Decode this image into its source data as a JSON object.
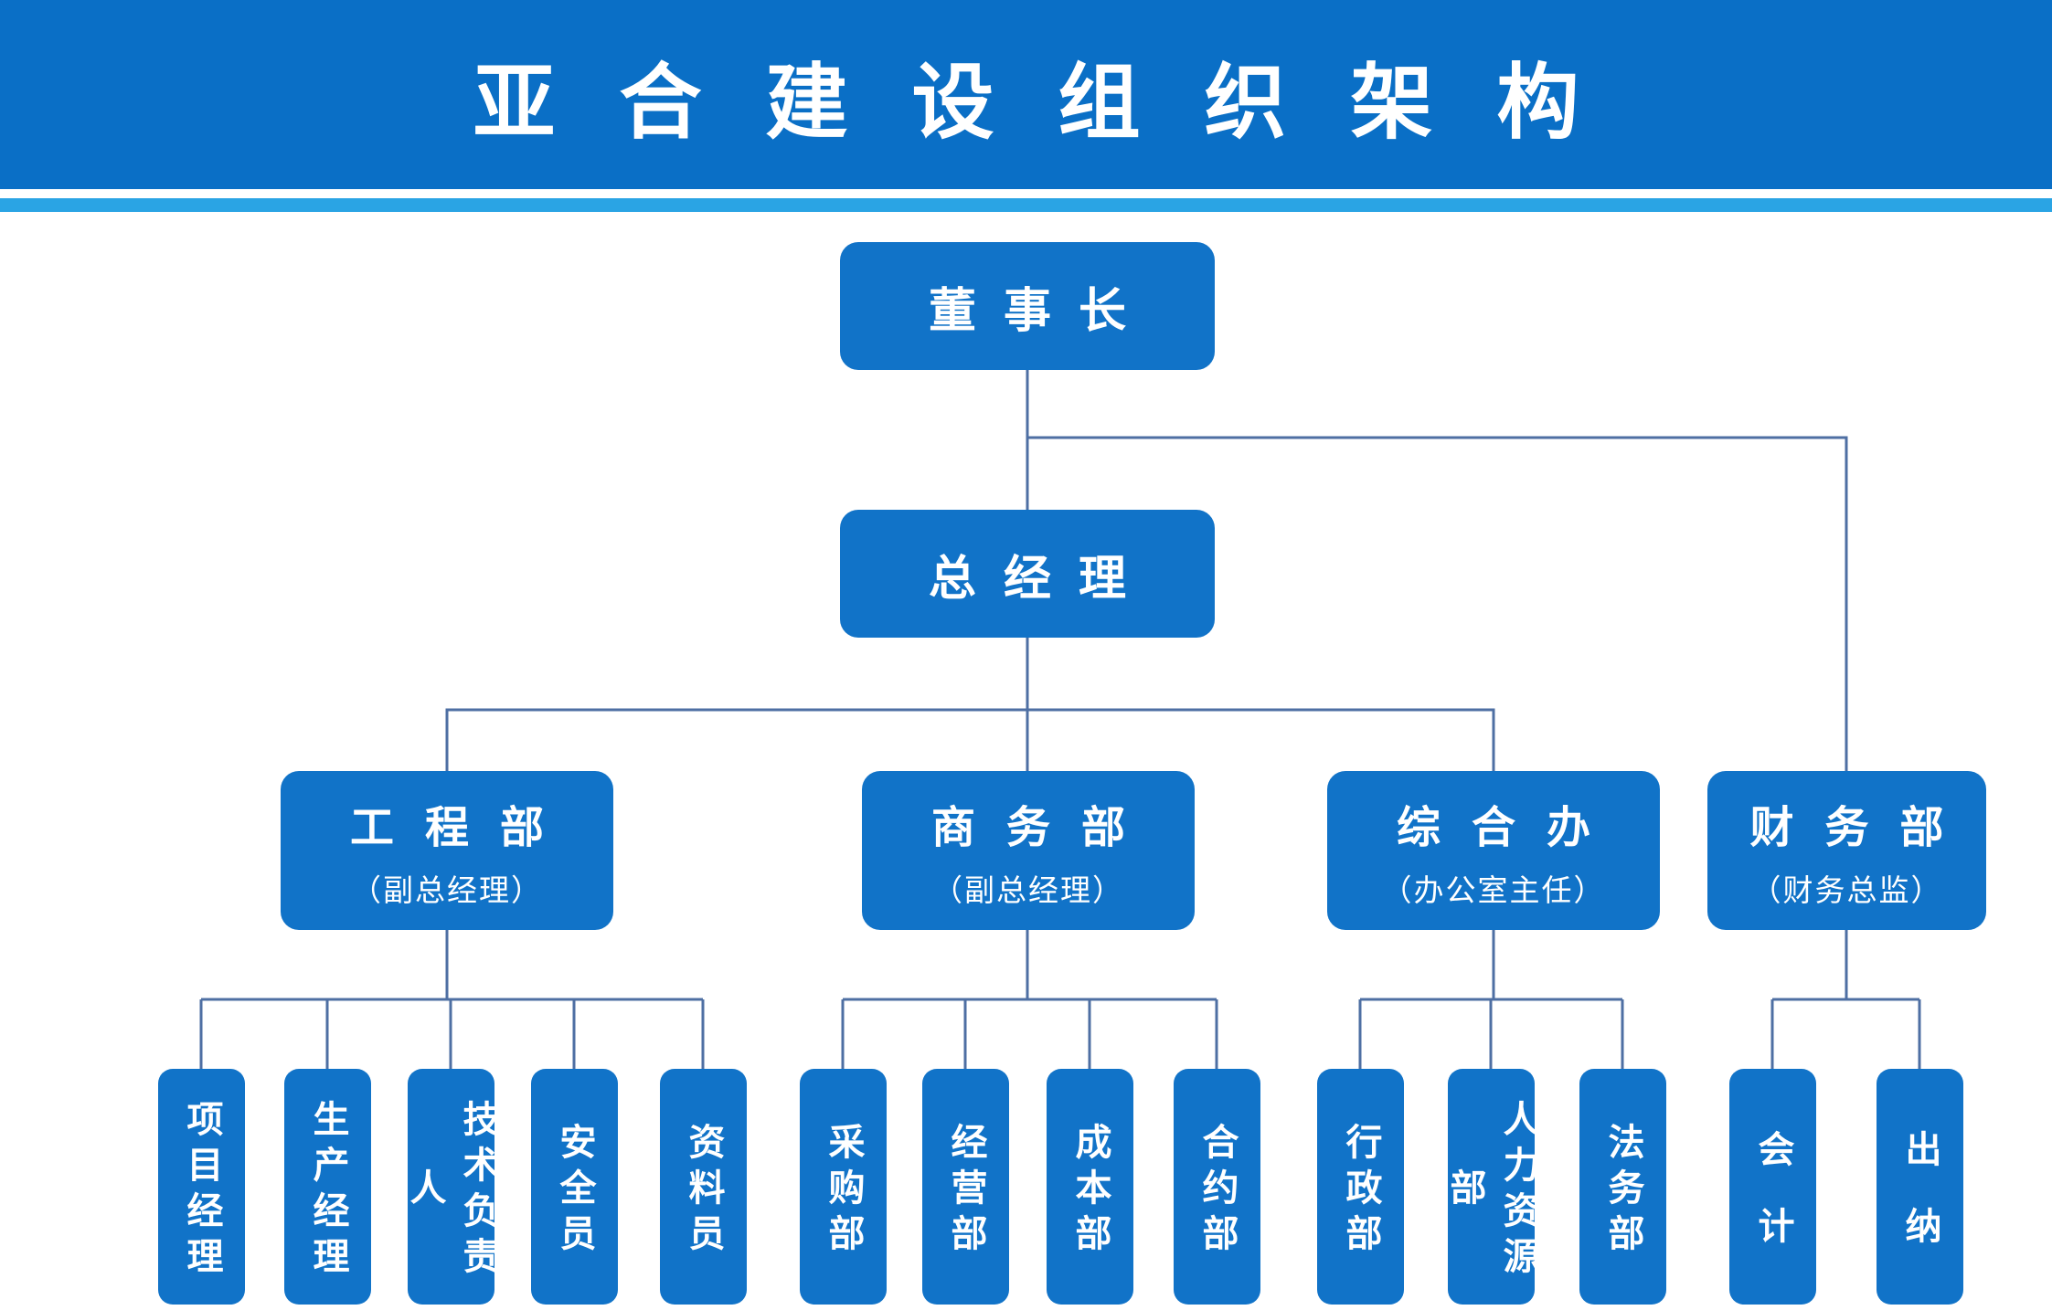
{
  "title": "亚合建设组织架构",
  "colors": {
    "banner": "#0a6fc6",
    "stripe": "#2aa4e4",
    "box": "#1173c8",
    "line": "#4e6fa3",
    "text": "#ffffff"
  },
  "chairman": {
    "label": "董事长"
  },
  "general_manager": {
    "label": "总经理"
  },
  "departments": [
    {
      "label": "工程部",
      "subtitle": "（副总经理）",
      "children": [
        "项目经理",
        "生产经理",
        "技术负责人",
        "安全员",
        "资料员"
      ]
    },
    {
      "label": "商务部",
      "subtitle": "（副总经理）",
      "children": [
        "采购部",
        "经营部",
        "成本部",
        "合约部"
      ]
    },
    {
      "label": "综合办",
      "subtitle": "（办公室主任）",
      "children": [
        "行政部",
        "人力资源部",
        "法务部"
      ]
    },
    {
      "label": "财务部",
      "subtitle": "（财务总监）",
      "children": [
        "会计",
        "出纳"
      ]
    }
  ]
}
